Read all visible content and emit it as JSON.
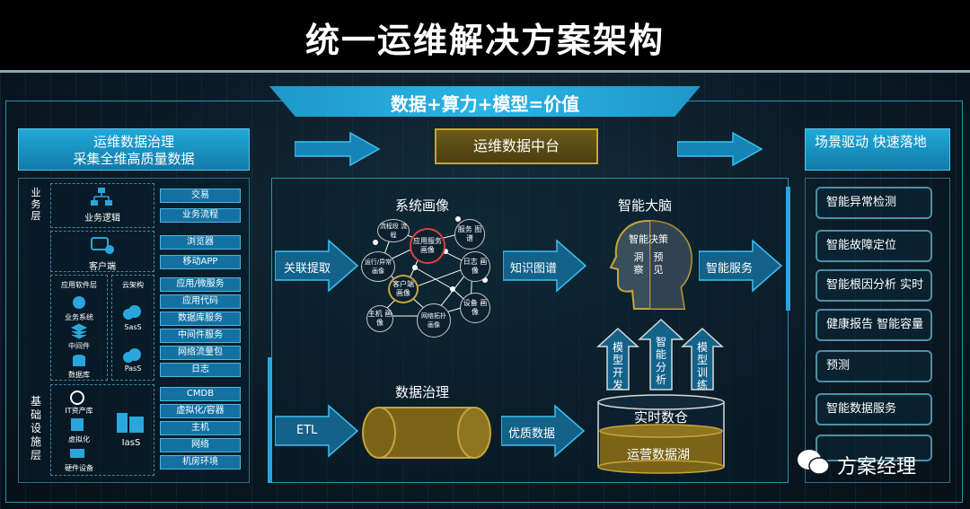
{
  "title": "统一运维解决方案架构",
  "banner": "数据+算力+模型=价值",
  "left_header": {
    "line1": "运维数据治理",
    "line2": "采集全维高质量数据"
  },
  "middle_header": "运维数据中台",
  "right_header": "场景驱动 快速落地",
  "left_layers": {
    "business": "业务层",
    "infra": "基础设施层"
  },
  "left_icons": {
    "business_logic": "业务逻辑",
    "client": "客户端",
    "app_layer": "应用软件层",
    "business_system": "业务系统",
    "middleware": "中间件",
    "database": "数据库",
    "cloud_arch": "云架构",
    "saas": "SasS",
    "paas": "PasS",
    "it_assets": "IT资产库",
    "virtualization": "虚拟化",
    "hardware": "硬件设备",
    "iaas": "IasS"
  },
  "left_pills": [
    "交易",
    "业务流程",
    "浏览器",
    "移动APP",
    "应用/微服务",
    "应用代码",
    "数据库服务",
    "中间件服务",
    "网络流量包",
    "日志",
    "CMDB",
    "虚拟化/容器",
    "主机",
    "网络",
    "机房环境"
  ],
  "center": {
    "system_portrait": "系统画像",
    "smart_brain": "智能大脑",
    "data_governance": "数据治理",
    "association": "关联提取",
    "knowledge_graph": "知识图谱",
    "smart_service": "智能服务",
    "etl": "ETL",
    "quality_data": "优质数据",
    "realtime_warehouse": "实时数仓",
    "ops_lake": "运营数据湖",
    "model_dev": "模型开发",
    "smart_analysis": "智能分析",
    "model_train": "模型训练",
    "brain_decision": "智能决策",
    "brain_insight": "洞察",
    "brain_predict": "预见"
  },
  "graph_nodes": [
    "流程段 流程",
    "应用服务 画像",
    "服务 图谱",
    "运行/异常 画像",
    "日志 画像",
    "客户端 画像",
    "设备 画像",
    "主机 画像",
    "网络拓扑 画像"
  ],
  "right_items": [
    "智能异常检测",
    "智能故障定位",
    "智能根因分析 实时",
    "健康报告 智能容量",
    "预测",
    "智能数据服务",
    ""
  ],
  "watermark": "方案经理",
  "colors": {
    "accent": "#1d97c8",
    "gold": "#c8a43a",
    "red": "#d8433d"
  }
}
